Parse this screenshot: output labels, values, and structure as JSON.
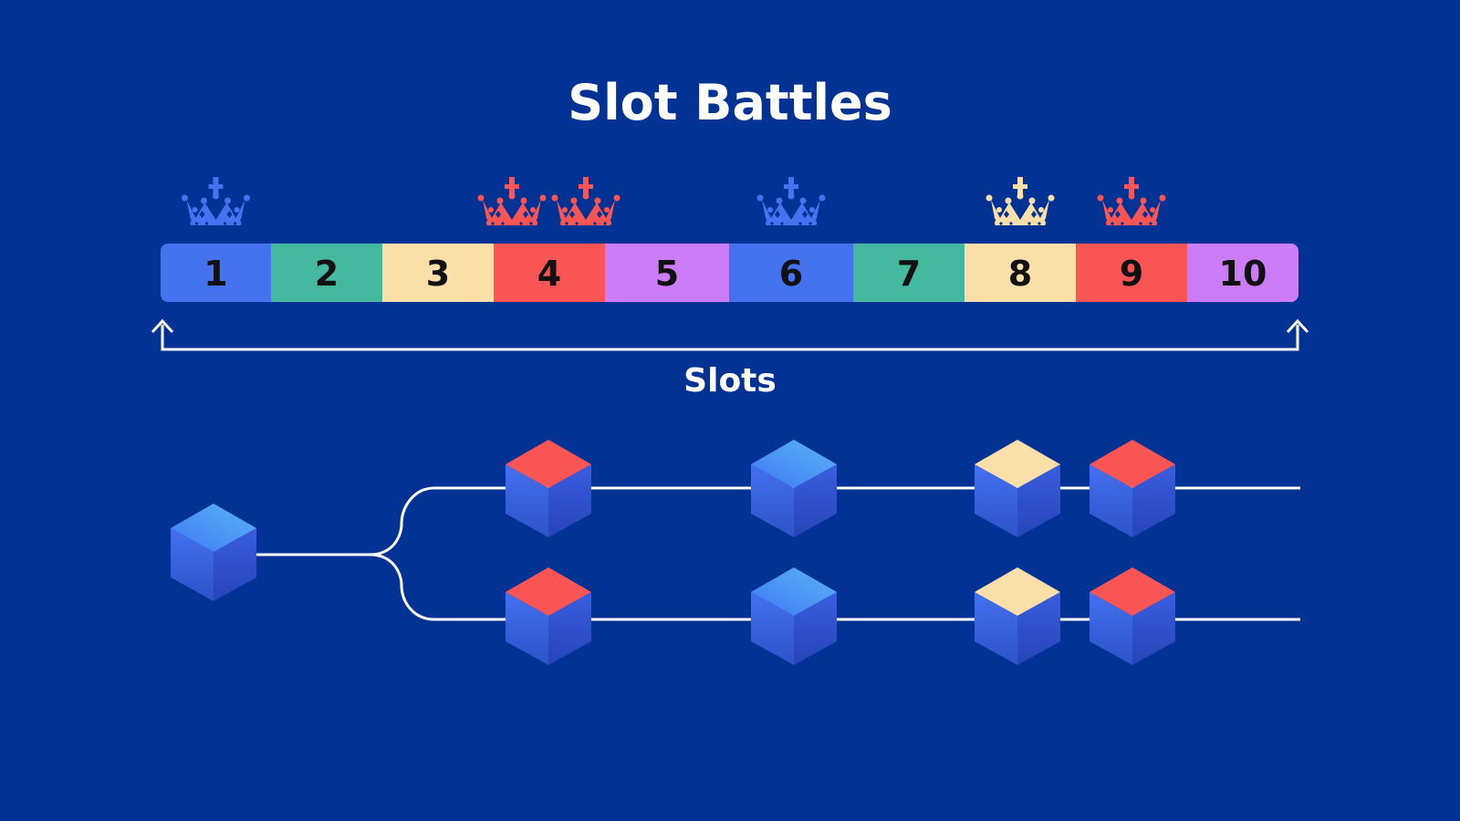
{
  "title": "Slot Battles",
  "axis_label": "Slots",
  "colors": {
    "background": "#023293",
    "line": "#ffffff",
    "blue": "#4573f0",
    "green": "#45b8a0",
    "cream": "#fae0a8",
    "red": "#fa5555",
    "purple": "#cd7cf8"
  },
  "slots": [
    {
      "label": "1",
      "color": "blue",
      "crown": "blue"
    },
    {
      "label": "2",
      "color": "green",
      "crown": null
    },
    {
      "label": "3",
      "color": "cream",
      "crown": null
    },
    {
      "label": "4",
      "color": "red",
      "crown": "red",
      "crown_count": 2
    },
    {
      "label": "5",
      "color": "purple",
      "crown": null
    },
    {
      "label": "6",
      "color": "blue",
      "crown": "blue"
    },
    {
      "label": "7",
      "color": "green",
      "crown": null
    },
    {
      "label": "8",
      "color": "cream",
      "crown": "cream"
    },
    {
      "label": "9",
      "color": "red",
      "crown": "red"
    },
    {
      "label": "10",
      "color": "purple",
      "crown": null
    }
  ],
  "chain": {
    "genesis_block": "blue",
    "fork_a": [
      "red",
      "blue",
      "cream",
      "red"
    ],
    "fork_b": [
      "red",
      "blue",
      "cream",
      "red"
    ]
  },
  "icons": [
    "crown-icon",
    "block-cube-icon",
    "arrow-up-icon"
  ]
}
